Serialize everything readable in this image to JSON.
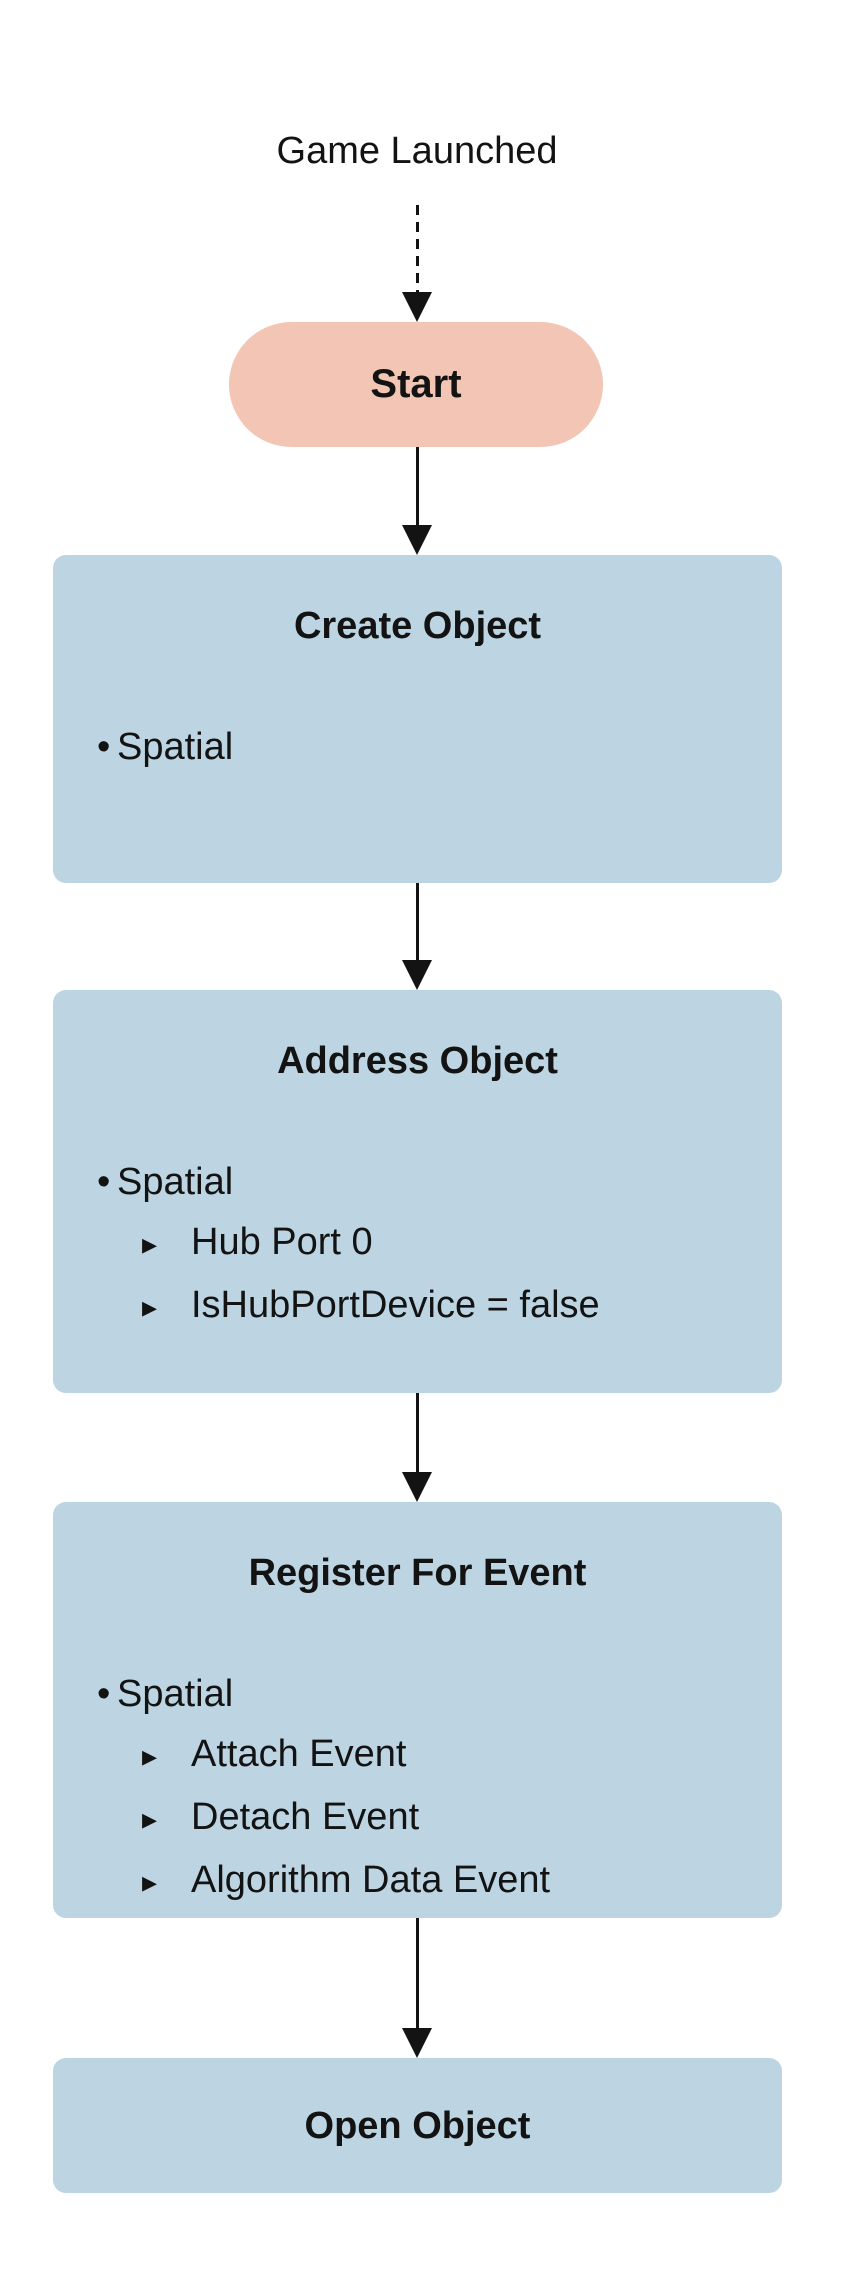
{
  "page": {
    "background": "#ffffff"
  },
  "diagram": {
    "entry_label": "Game Launched",
    "markers": {
      "level1": "•",
      "level2": "▸"
    },
    "colors": {
      "start_fill": "#f2c5b4",
      "process_fill": "#bdd5e2",
      "text": "#131313",
      "arrow": "#131313"
    },
    "nodes": [
      {
        "id": "start",
        "shape": "stadium",
        "title": "Start",
        "items": []
      },
      {
        "id": "create-object",
        "shape": "rect",
        "title": "Create Object",
        "items": [
          {
            "level": 1,
            "text": "Spatial"
          }
        ]
      },
      {
        "id": "address-object",
        "shape": "rect",
        "title": "Address Object",
        "items": [
          {
            "level": 1,
            "text": "Spatial"
          },
          {
            "level": 2,
            "text": "Hub Port 0"
          },
          {
            "level": 2,
            "text": "IsHubPortDevice = false"
          }
        ]
      },
      {
        "id": "register-for-event",
        "shape": "rect",
        "title": "Register For Event",
        "items": [
          {
            "level": 1,
            "text": "Spatial"
          },
          {
            "level": 2,
            "text": "Attach Event"
          },
          {
            "level": 2,
            "text": "Detach Event"
          },
          {
            "level": 2,
            "text": "Algorithm Data Event"
          }
        ]
      },
      {
        "id": "open-object",
        "shape": "rect",
        "title": "Open Object",
        "items": []
      }
    ],
    "edges": [
      {
        "from": "game-launched-label",
        "to": "start",
        "style": "dashed"
      },
      {
        "from": "start",
        "to": "create-object",
        "style": "solid"
      },
      {
        "from": "create-object",
        "to": "address-object",
        "style": "solid"
      },
      {
        "from": "address-object",
        "to": "register-for-event",
        "style": "solid"
      },
      {
        "from": "register-for-event",
        "to": "open-object",
        "style": "solid"
      }
    ]
  }
}
